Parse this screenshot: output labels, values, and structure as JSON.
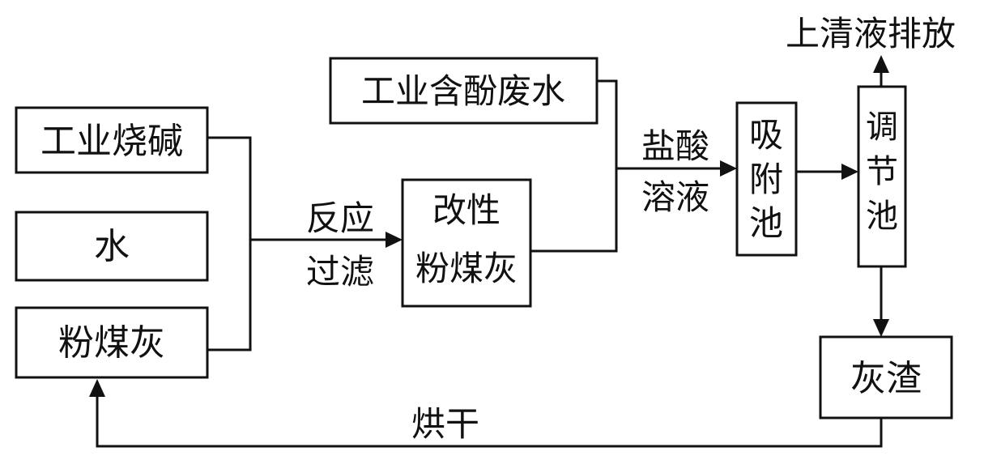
{
  "nodes": {
    "industrial_caustic_soda": "工业烧碱",
    "water": "水",
    "fly_ash": "粉煤灰",
    "modified_fly_ash_line1": "改性",
    "modified_fly_ash_line2": "粉煤灰",
    "phenol_wastewater": "工业含酚废水",
    "adsorption_tank_1": "吸",
    "adsorption_tank_2": "附",
    "adsorption_tank_3": "池",
    "regulating_tank_1": "调",
    "regulating_tank_2": "节",
    "regulating_tank_3": "池",
    "ash_residue": "灰渣"
  },
  "labels": {
    "reaction_filtration_line1": "反应",
    "reaction_filtration_line2": "过滤",
    "hydrochloric_acid_line1": "盐酸",
    "hydrochloric_acid_line2": "溶液",
    "supernatant_discharge": "上清液排放",
    "drying": "烘干"
  },
  "colors": {
    "stroke": "#111111",
    "background": "#ffffff"
  }
}
